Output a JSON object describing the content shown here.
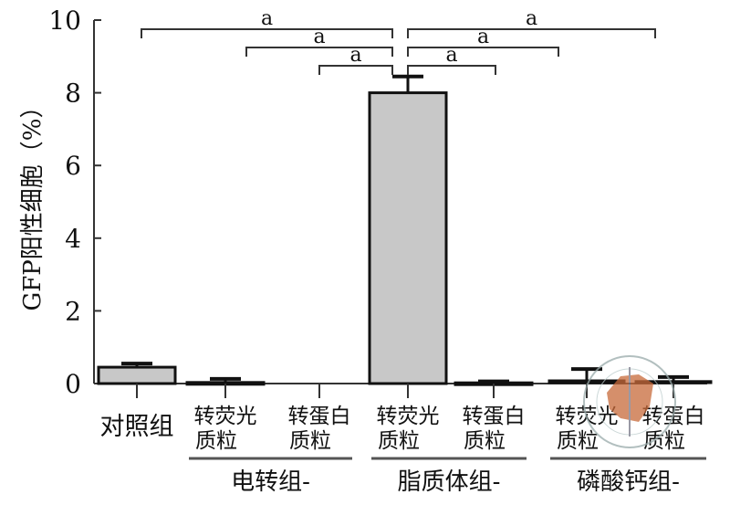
{
  "chart_data": {
    "type": "bar",
    "ylabel": "GFP阳性细胞（%）",
    "ylim": [
      0,
      10
    ],
    "yticks": [
      "0",
      "2",
      "4",
      "6",
      "8",
      "10"
    ],
    "categories": [
      {
        "line1": "对照组",
        "line2": ""
      },
      {
        "line1": "转荧光",
        "line2": "质粒"
      },
      {
        "line1": "转蛋白",
        "line2": "质粒"
      },
      {
        "line1": "转荧光",
        "line2": "质粒"
      },
      {
        "line1": "转蛋白",
        "line2": "质粒"
      },
      {
        "line1": "转荧光",
        "line2": "质粒"
      },
      {
        "line1": "转蛋白",
        "line2": "质粒"
      }
    ],
    "values": [
      0.45,
      0.03,
      0,
      8.0,
      0.02,
      0.1,
      0.08
    ],
    "errors": [
      0.1,
      0.1,
      0,
      0.45,
      0.04,
      0.3,
      0.1
    ],
    "groups": [
      {
        "label": "电转组-",
        "from": 1,
        "to": 2
      },
      {
        "label": "脂质体组-",
        "from": 3,
        "to": 4
      },
      {
        "label": "磷酸钙组-",
        "from": 5,
        "to": 6
      }
    ],
    "significance": [
      {
        "from": 0,
        "to": 3,
        "label": "a",
        "level": 1
      },
      {
        "from": 3,
        "to": 6,
        "label": "a",
        "level": 1
      },
      {
        "from": 1,
        "to": 3,
        "label": "a",
        "level": 2
      },
      {
        "from": 3,
        "to": 5,
        "label": "a",
        "level": 2
      },
      {
        "from": 2,
        "to": 3,
        "label": "a",
        "level": 3
      },
      {
        "from": 3,
        "to": 4,
        "label": "a",
        "level": 3
      }
    ],
    "colors": {
      "bar": "#c8c8c8",
      "dark_bar": "#111111",
      "stamp": "#c86a3a"
    }
  }
}
